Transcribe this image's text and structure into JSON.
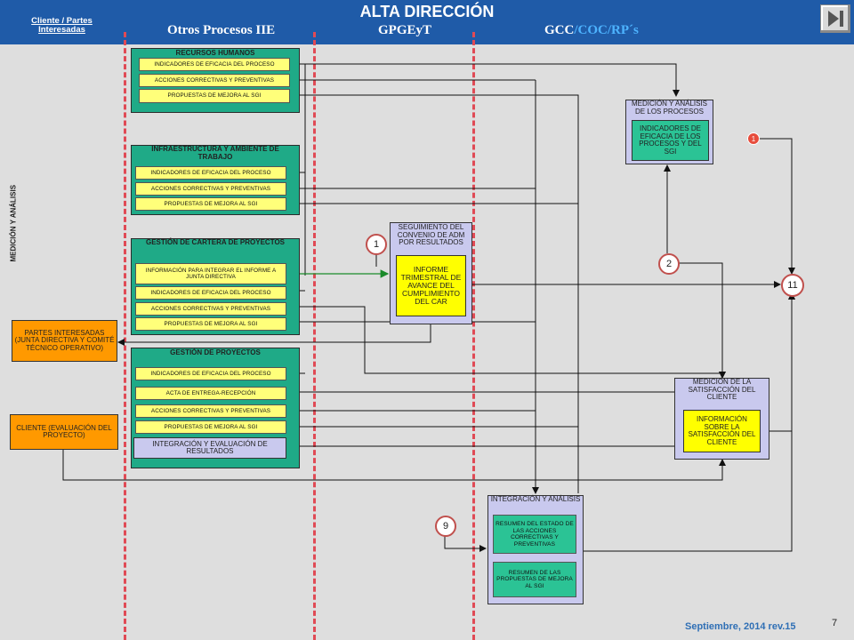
{
  "header": {
    "title": "ALTA DIRECCIÓN",
    "lane_stakeholders": "Cliente / Partes Interesadas",
    "lane_other": "Otros Procesos IIE",
    "lane_gpgeyt": "GPGEyT",
    "lane_gcc": "GCC",
    "lane_coc_rp": "/COC/RP´s",
    "colors": {
      "header_bg": "#1f5ba8",
      "lane_highlight": "#4db3ff"
    }
  },
  "side_label": "MEDICIÓN Y ANÁLISIS",
  "rh": {
    "title": "RECURSOS HUMANOS",
    "items": [
      "INDICADORES DE EFICACIA DEL PROCESO",
      "ACCIONES CORRECTIVAS Y PREVENTIVAS",
      "PROPUESTAS DE MEJORA AL SGI"
    ]
  },
  "infra": {
    "title": "INFRAESTRUCTURA Y AMBIENTE DE TRABAJO",
    "items": [
      "INDICADORES DE EFICACIA DEL PROCESO",
      "ACCIONES CORRECTIVAS Y PREVENTIVAS",
      "PROPUESTAS DE MEJORA AL SGI"
    ]
  },
  "cartera": {
    "title": "GESTIÓN DE CARTERA DE PROYECTOS",
    "items": [
      "INFORMACIÓN PARA INTEGRAR EL INFORME A JUNTA DIRECTIVA",
      "INDICADORES DE EFICACIA DEL PROCESO",
      "ACCIONES CORRECTIVAS Y PREVENTIVAS",
      "PROPUESTAS DE MEJORA AL SGI"
    ]
  },
  "proyectos": {
    "title": "GESTIÓN DE PROYECTOS",
    "items": [
      "INDICADORES DE EFICACIA DEL PROCESO",
      "ACTA DE ENTREGA-RECEPCIÓN",
      "ACCIONES CORRECTIVAS Y PREVENTIVAS",
      "PROPUESTAS DE MEJORA AL SGI"
    ],
    "integration": "INTEGRACIÓN Y EVALUACIÓN DE RESULTADOS"
  },
  "partes": "PARTES INTERESADAS (JUNTA DIRECTIVA Y COMITÉ TÉCNICO OPERATIVO)",
  "cliente": "CLIENTE (EVALUACIÓN DEL PROYECTO)",
  "seguimiento": {
    "title": "SEGUIMIENTO DEL CONVENIO DE ADM POR RESULTADOS",
    "box": "INFORME TRIMESTRAL DE AVANCE DEL CUMPLIMIENTO DEL CAR"
  },
  "medicion_procesos": {
    "title": "MEDICIÓN Y ANÁLISIS DE LOS PROCESOS",
    "box": "INDICADORES DE EFICACIA DE LOS PROCESOS Y DEL SGI"
  },
  "satisfaccion": {
    "title": "MEDICIÓN DE LA SATISFACCIÓN DEL CLIENTE",
    "box": "INFORMACIÓN SOBRE LA SATISFACCIÓN DEL CLIENTE"
  },
  "integracion": {
    "title": "INTEGRACIÓN Y ANÁLISIS",
    "box1": "RESUMEN DEL ESTADO DE LAS ACCIONES CORRECTIVAS Y PREVENTIVAS",
    "box2": "RESUMEN DE LAS PROPUESTAS DE MEJORA AL SGI"
  },
  "connectors": {
    "c1": "1",
    "c2": "2",
    "c9": "9",
    "c11": "11",
    "red1": "1"
  },
  "footer": {
    "date": "Septiembre, 2014 rev.15",
    "page": "7"
  }
}
